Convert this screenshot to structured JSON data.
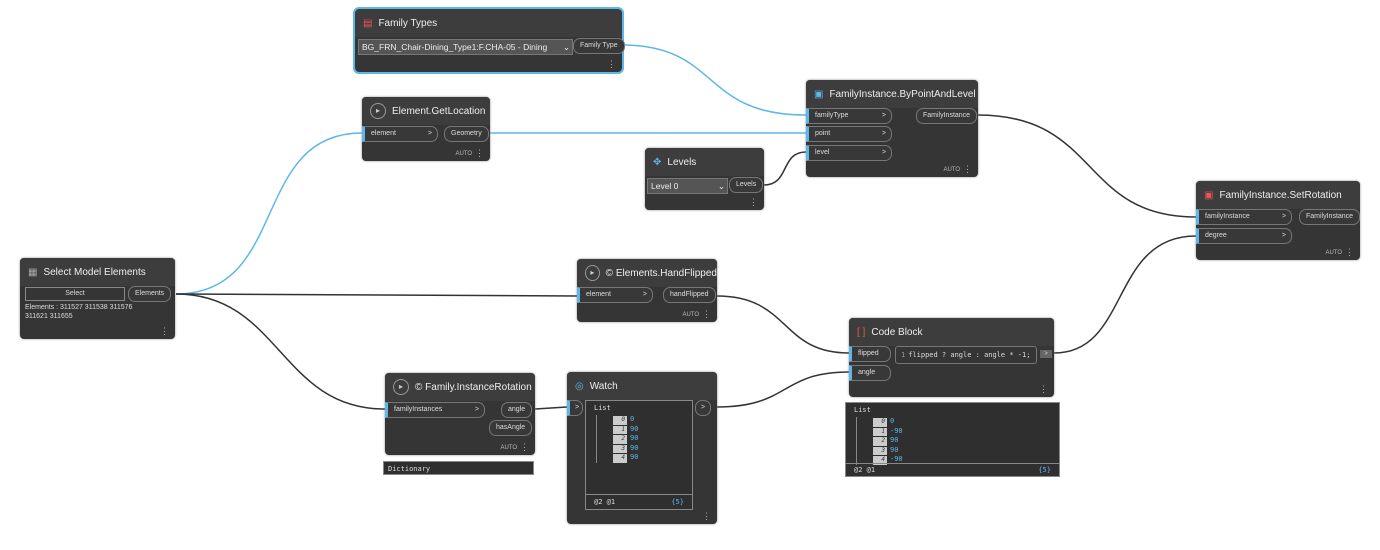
{
  "nodes": {
    "family_types": {
      "title": "Family Types",
      "selected": "BG_FRN_Chair-Dining_Type1:F.CHA-05 - Dining",
      "output": "Family Type"
    },
    "get_location": {
      "title": "Element.GetLocation",
      "input": "element",
      "output": "Geometry",
      "lacing": "AUTO"
    },
    "by_point_level": {
      "title": "FamilyInstance.ByPointAndLevel",
      "inputs": [
        "familyType",
        "point",
        "level"
      ],
      "output": "FamilyInstance",
      "lacing": "AUTO"
    },
    "levels": {
      "title": "Levels",
      "selected": "Level 0",
      "output": "Levels"
    },
    "set_rotation": {
      "title": "FamilyInstance.SetRotation",
      "inputs": [
        "familyInstance",
        "degree"
      ],
      "output": "FamilyInstance",
      "lacing": "AUTO"
    },
    "select_model": {
      "title": "Select Model Elements",
      "button": "Select",
      "output": "Elements",
      "info": "Elements : 311527 311538 311576 311621 311655"
    },
    "hand_flipped": {
      "title": "© Elements.HandFlipped",
      "input": "element",
      "output": "handFlipped",
      "lacing": "AUTO"
    },
    "code_block": {
      "title": "Code Block",
      "inputs": [
        "flipped",
        "angle"
      ],
      "line_no": "1",
      "code": "flipped ? angle : angle * -1;",
      "output": ">",
      "preview": {
        "header": "List",
        "indices": [
          "0",
          "1",
          "2",
          "3",
          "4"
        ],
        "values": [
          "0",
          "-90",
          "90",
          "90",
          "-90"
        ],
        "levels": "@2 @1",
        "count": "{5}"
      }
    },
    "instance_rotation": {
      "title": "© Family.InstanceRotation",
      "input": "familyInstances",
      "outputs": [
        "angle",
        "hasAngle"
      ],
      "lacing": "AUTO",
      "preview": "Dictionary"
    },
    "watch": {
      "title": "Watch",
      "input": ">",
      "output": ">",
      "preview": {
        "header": "List",
        "indices": [
          "0",
          "1",
          "2",
          "3",
          "4"
        ],
        "values": [
          "0",
          "90",
          "90",
          "90",
          "90"
        ],
        "levels": "@2 @1",
        "count": "{5}"
      }
    }
  },
  "colors": {
    "wire_selected": "#5db7e8",
    "wire": "#333333",
    "node": "#353535"
  }
}
